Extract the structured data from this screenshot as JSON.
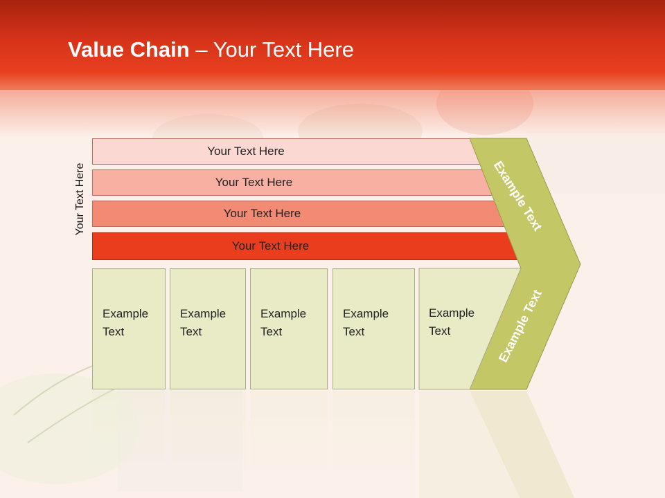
{
  "title": {
    "bold": "Value Chain",
    "rest": " – Your Text Here"
  },
  "side_label": "Your Text Here",
  "bars": [
    {
      "label": "Your Text Here",
      "color": "#fcd8d2"
    },
    {
      "label": "Your Text Here",
      "color": "#f7b0a2"
    },
    {
      "label": "Your Text Here",
      "color": "#f38a74"
    },
    {
      "label": "Your Text Here",
      "color": "#ea3d1e"
    }
  ],
  "cells": [
    {
      "line1": "Example",
      "line2": "Text"
    },
    {
      "line1": "Example",
      "line2": "Text"
    },
    {
      "line1": "Example",
      "line2": "Text"
    },
    {
      "line1": "Example",
      "line2": "Text"
    },
    {
      "line1": "Example",
      "line2": "Text"
    }
  ],
  "chevron_top_label": "Example Text",
  "chevron_bottom_label": "Example Text",
  "colors": {
    "header": "#d6331a",
    "cell_fill": "#e8ebc6",
    "chevron": "#c4c766"
  }
}
